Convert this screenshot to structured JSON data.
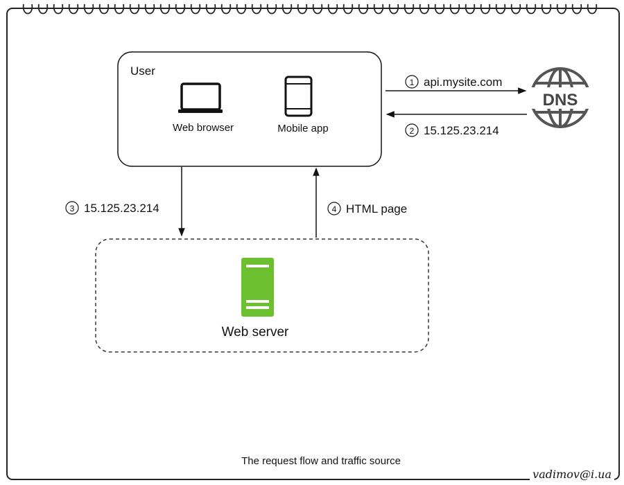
{
  "user_box": {
    "title": "User",
    "clients": [
      {
        "label": "Web browser",
        "icon": "laptop-icon"
      },
      {
        "label": "Mobile app",
        "icon": "smartphone-icon"
      }
    ]
  },
  "dns": {
    "label": "DNS",
    "icon": "globe-dns-icon"
  },
  "server": {
    "label": "Web server",
    "icon": "server-icon",
    "color": "#6cbf2e"
  },
  "steps": [
    {
      "number": "1",
      "text": "api.mysite.com"
    },
    {
      "number": "2",
      "text": "15.125.23.214"
    },
    {
      "number": "3",
      "text": "15.125.23.214"
    },
    {
      "number": "4",
      "text": "HTML page"
    }
  ],
  "caption": "The request flow and traffic source",
  "signature": "vadimov@i.ua"
}
